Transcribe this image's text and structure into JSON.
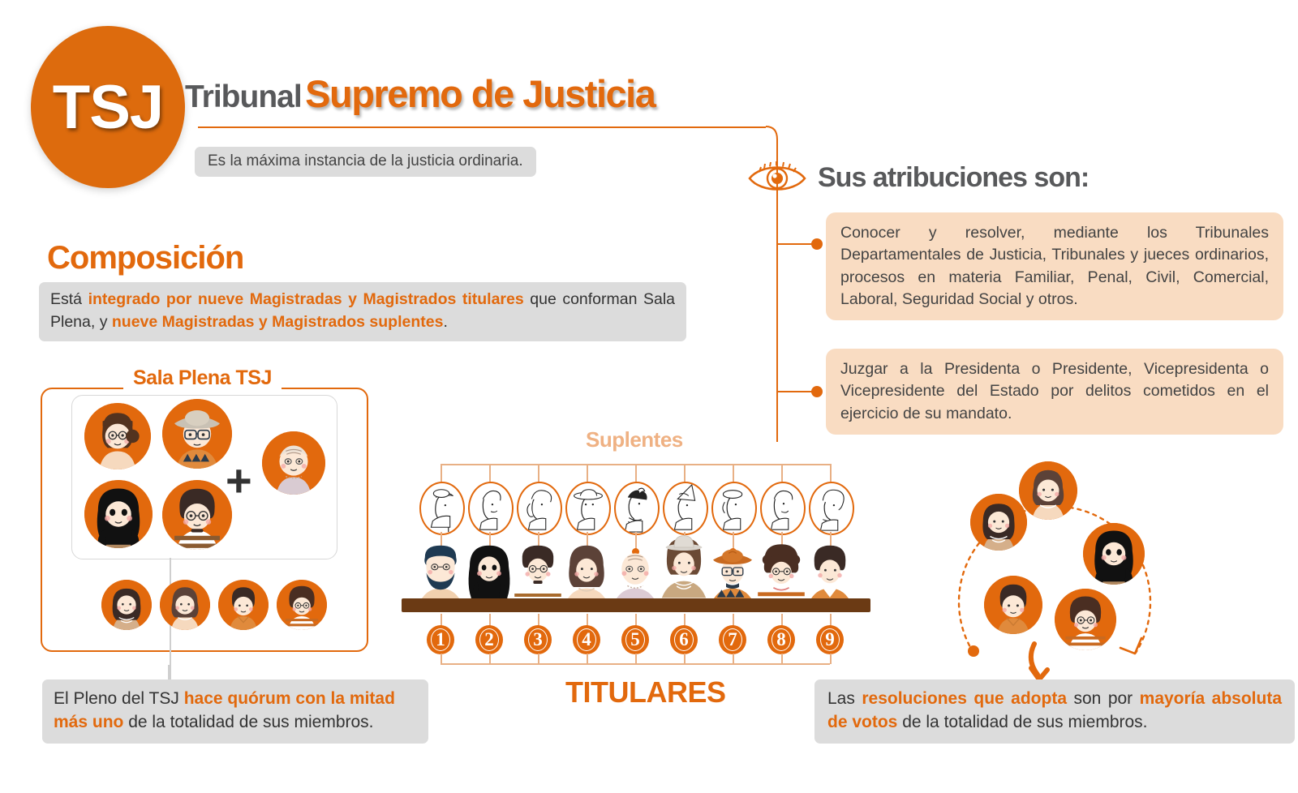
{
  "header": {
    "badge": "TSJ",
    "title_part1": "Tribunal",
    "title_part2": "Supremo de Justicia",
    "subtitle": "Es la máxima instancia de la justicia ordinaria."
  },
  "attributions": {
    "icon": "eye-icon",
    "title": "Sus atribuciones son:",
    "items": [
      "Conocer y resolver, mediante los Tribunales Departamentales de Justicia, Tribunales y jueces ordinarios, procesos en materia Familiar, Penal, Civil, Comercial, Laboral, Seguridad Social y otros.",
      "Juzgar a la Presidenta o Presidente, Vicepresidenta o Vicepresidente del Estado por delitos cometidos en el ejercicio de su mandato."
    ]
  },
  "composition": {
    "title": "Composición",
    "text_plain_1": "Está ",
    "text_bold_1": "integrado por nueve Magistradas y Magistrados titulares",
    "text_plain_2": " que conforman Sala Plena, y ",
    "text_bold_2": "nueve Magistradas y Magistrados suplentes",
    "text_plain_3": "."
  },
  "sala_plena": {
    "label": "Sala Plena TSJ",
    "plus_symbol": "+",
    "inner_group_count": 4,
    "extra_member_count": 1,
    "bottom_group_count": 4
  },
  "quorum": {
    "text_plain_1": "El Pleno del TSJ ",
    "text_bold_1": "hace quórum con la mitad más uno",
    "text_plain_2": " de la totalidad de sus miembros."
  },
  "titulares": {
    "suplentes_label": "Suplentes",
    "titulares_label": "TITULARES",
    "numbers": [
      "1",
      "2",
      "3",
      "4",
      "5",
      "6",
      "7",
      "8",
      "9"
    ],
    "count": 9
  },
  "resolutions": {
    "text_plain_1": "Las ",
    "text_bold_1": "resoluciones que adopta",
    "text_plain_2": " son por ",
    "text_bold_2": "mayoría absoluta de votos",
    "text_plain_3": " de la totalidad de sus miembros."
  },
  "colors": {
    "orange": "#E2690D",
    "orange_badge": "#DD6B0D",
    "peach": "#F9DCC2",
    "peach_light": "#EFB183",
    "gray_chip": "#DCDCDC",
    "gray_text": "#58595B",
    "bench_brown": "#6B3A14"
  },
  "right_group": {
    "member_count": 5,
    "arrow": "curved-arrow-icon",
    "dashed_circle": "dashed-circle-arrow"
  }
}
